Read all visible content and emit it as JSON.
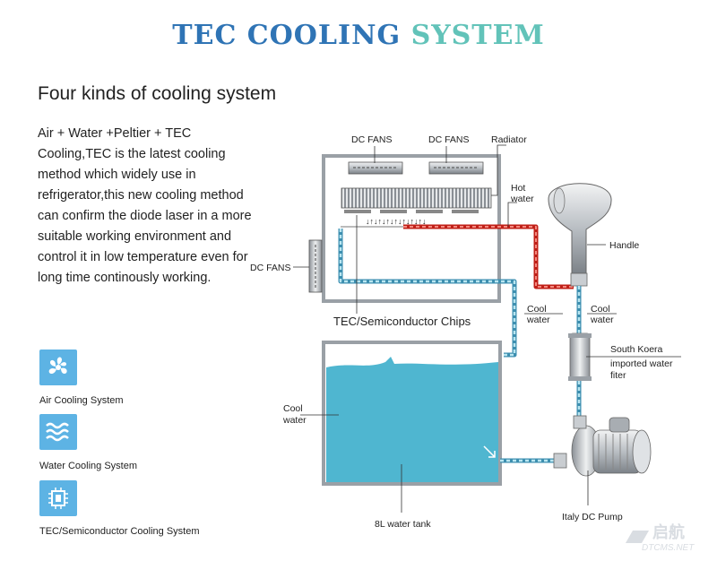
{
  "header": {
    "title_part1": "TEC COOLING",
    "title_part2": "SYSTEM"
  },
  "intro": {
    "subtitle": "Four kinds of cooling system",
    "description": "Air + Water +Peltier + TEC Cooling,TEC is the latest cooling method which widely use in refrigerator,this new cooling method can confirm the diode laser in a more suitable working environment and control it in low temperature even for long time continously working."
  },
  "legend": [
    {
      "label": "Air Cooling System",
      "icon": "fan-icon"
    },
    {
      "label": "Water Cooling System",
      "icon": "water-waves-icon"
    },
    {
      "label": "TEC/Semiconductor Cooling System",
      "icon": "chip-icon"
    }
  ],
  "diagram": {
    "dc_fans_1": "DC FANS",
    "dc_fans_2": "DC FANS",
    "radiator": "Radiator",
    "hot_water_1": "Hot",
    "hot_water_2": "water",
    "handle": "Handle",
    "dc_fans_side": "DC FANS",
    "tec_chips": "TEC/Semiconductor Chips",
    "cool_water_pipe_1": "Cool",
    "cool_water_pipe_2": "water",
    "cool_water_handle_1": "Cool",
    "cool_water_handle_2": "water",
    "filter_1": "South Koera",
    "filter_2": "imported water",
    "filter_3": "fiter",
    "tank_cool_1": "Cool",
    "tank_cool_2": "water",
    "tank": "8L water tank",
    "pump": "Italy DC Pump",
    "chip_arrows": "↓↑↓↑↓↑↓↑↓↑↓↑↓↑↓"
  },
  "watermark": {
    "text": "启航",
    "url": "DTCMS.NET"
  },
  "colors": {
    "title_blue": "#2f74b5",
    "title_teal": "#62c3b9",
    "water": "#4fb6d0",
    "hot_pipe": "#d6281f",
    "cool_pipe": "#6cc8dc",
    "icon_bg": "#5db3e4"
  }
}
